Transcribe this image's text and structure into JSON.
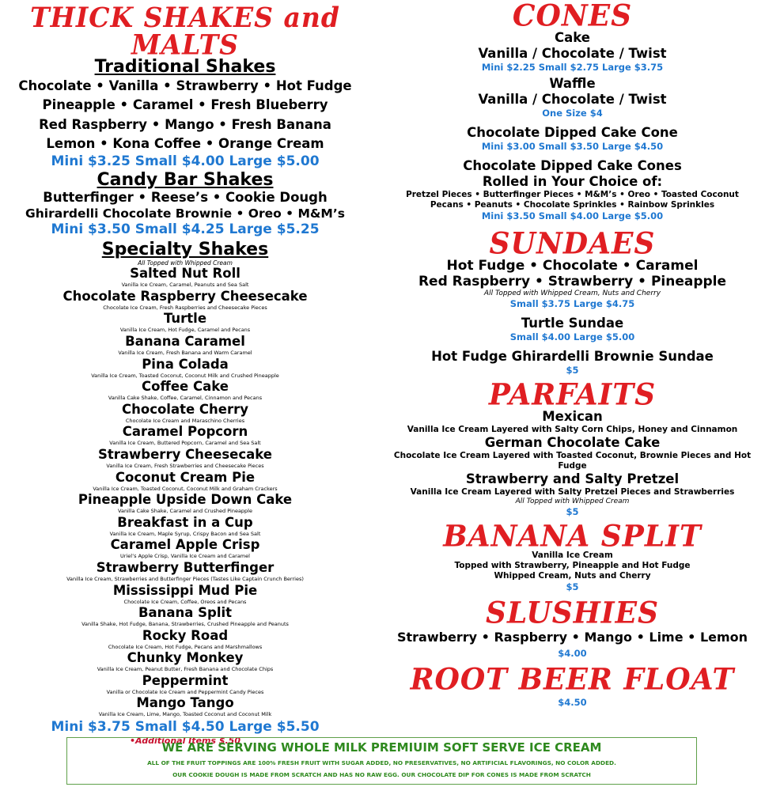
{
  "left": {
    "title": "THICK SHAKES and MALTS",
    "traditional": {
      "heading": "Traditional Shakes",
      "lines": [
        "Chocolate • Vanilla • Strawberry • Hot Fudge",
        "Pineapple • Caramel • Fresh Blueberry",
        "Red Raspberry • Mango • Fresh Banana",
        "Lemon • Kona Coffee • Orange Cream"
      ],
      "price": "Mini $3.25  Small $4.00  Large $5.00"
    },
    "candy": {
      "heading": "Candy Bar Shakes",
      "lines": [
        "Butterfinger • Reese’s • Cookie Dough",
        "Ghirardelli Chocolate Brownie • Oreo • M&M’s"
      ],
      "price": "Mini $3.50  Small $4.25  Large $5.25"
    },
    "specialty": {
      "heading": "Specialty Shakes",
      "note": "All Topped with Whipped Cream",
      "items": [
        {
          "name": "Salted Nut Roll",
          "desc": "Vanilla Ice Cream, Caramel, Peanuts and Sea Salt"
        },
        {
          "name": "Chocolate Raspberry Cheesecake",
          "desc": "Chocolate Ice Cream, Fresh Raspberries and Cheesecake Pieces"
        },
        {
          "name": "Turtle",
          "desc": "Vanilla Ice Cream, Hot Fudge, Caramel and Pecans"
        },
        {
          "name": "Banana Caramel",
          "desc": "Vanilla Ice Cream, Fresh Banana and Warm Caramel"
        },
        {
          "name": "Pina Colada",
          "desc": "Vanilla Ice Cream, Toasted Coconut, Coconut Milk and Crushed Pineapple"
        },
        {
          "name": "Coffee Cake",
          "desc": "Vanilla Cake Shake, Coffee, Caramel, Cinnamon and Pecans"
        },
        {
          "name": "Chocolate Cherry",
          "desc": "Chocolate Ice Cream and Maraschino Cherries"
        },
        {
          "name": "Caramel Popcorn",
          "desc": "Vanilla Ice Cream, Buttered Popcorn, Caramel and Sea Salt"
        },
        {
          "name": "Strawberry Cheesecake",
          "desc": "Vanilla Ice Cream, Fresh Strawberries and Cheesecake Pieces"
        },
        {
          "name": "Coconut Cream Pie",
          "desc": "Vanilla Ice Cream,  Toasted Coconut, Coconut Milk and Graham Crackers"
        },
        {
          "name": "Pineapple Upside Down Cake",
          "desc": "Vanilla Cake Shake, Caramel and Crushed Pineapple"
        },
        {
          "name": "Breakfast in a Cup",
          "desc": "Vanilla Ice Cream, Maple Syrup, Crispy Bacon and Sea Salt"
        },
        {
          "name": "Caramel Apple Crisp",
          "desc": "Uriel’s Apple Crisp, Vanilla Ice Cream and Caramel"
        },
        {
          "name": "Strawberry Butterfinger",
          "desc": "Vanilla Ice Cream, Strawberries and Butterfinger Pieces (Tastes Like Captain Crunch Berries)"
        },
        {
          "name": "Mississippi Mud Pie",
          "desc": "Chocolate Ice Cream, Coffee, Oreos and Pecans"
        },
        {
          "name": "Banana Split",
          "desc": "Vanilla Shake, Hot Fudge, Banana, Strawberries, Crushed Pineapple and Peanuts"
        },
        {
          "name": "Rocky Road",
          "desc": "Chocolate Ice Cream, Hot Fudge, Pecans and Marshmallows"
        },
        {
          "name": "Chunky Monkey",
          "desc": "Vanilla Ice Cream, Peanut Butter, Fresh Banana and Chocolate Chips"
        },
        {
          "name": "Peppermint",
          "desc": "Vanilla or Chocolate Ice Cream and Peppermint Candy Pieces"
        },
        {
          "name": "Mango Tango",
          "desc": "Vanilla Ice Cream, Lime, Mango, Toasted Coconut and Coconut Milk"
        }
      ],
      "price": "Mini $3.75  Small $4.50  Large $5.50",
      "additional": "•Additional Items $.50"
    }
  },
  "right": {
    "cones": {
      "title": "CONES",
      "cake_name": "Cake",
      "cake_flavors": "Vanilla / Chocolate / Twist",
      "cake_price": "Mini $2.25  Small $2.75  Large $3.75",
      "waffle_name": "Waffle",
      "waffle_flavors": "Vanilla / Chocolate / Twist",
      "waffle_price": "One Size $4",
      "dipped_name": "Chocolate Dipped Cake Cone",
      "dipped_price": "Mini $3.00  Small $3.50  Large $4.50",
      "rolled_name1": "Chocolate Dipped Cake Cones",
      "rolled_name2": "Rolled in Your Choice of:",
      "rolled_desc1": "Pretzel Pieces • Butterfinger Pieces • M&M’s • Oreo • Toasted Coconut",
      "rolled_desc2": "Pecans • Peanuts • Chocolate Sprinkles • Rainbow Sprinkles",
      "rolled_price": "Mini $3.50  Small $4.00  Large $5.00"
    },
    "sundaes": {
      "title": "SUNDAES",
      "line1": "Hot Fudge • Chocolate • Caramel",
      "line2": "Red Raspberry • Strawberry • Pineapple",
      "note": "All Topped with Whipped Cream, Nuts and Cherry",
      "price": "Small $3.75  Large $4.75",
      "turtle_name": "Turtle Sundae",
      "turtle_price": "Small $4.00 Large $5.00",
      "brownie_name": "Hot Fudge Ghirardelli Brownie Sundae",
      "brownie_price": "$5"
    },
    "parfaits": {
      "title": "PARFAITS",
      "mexican_name": "Mexican",
      "mexican_desc": "Vanilla Ice Cream Layered with Salty Corn Chips, Honey and Cinnamon",
      "german_name": "German Chocolate Cake",
      "german_desc": "Chocolate Ice Cream Layered with Toasted Coconut, Brownie Pieces and Hot Fudge",
      "pretzel_name": "Strawberry and Salty Pretzel",
      "pretzel_desc": "Vanilla Ice Cream Layered with Salty Pretzel Pieces and Strawberries",
      "note": "All Topped with Whipped Cream",
      "price": "$5"
    },
    "banana_split": {
      "title": "BANANA SPLIT",
      "desc1": "Vanilla Ice Cream",
      "desc2": "Topped with Strawberry, Pineapple and Hot Fudge",
      "desc3": "Whipped Cream, Nuts and Cherry",
      "price": "$5"
    },
    "slushies": {
      "title": "SLUSHIES",
      "flavors": "Strawberry • Raspberry • Mango • Lime • Lemon",
      "price": "$4.00"
    },
    "float": {
      "title": "ROOT BEER FLOAT",
      "price": "$4.50"
    }
  },
  "banner": {
    "headline": "WE ARE SERVING WHOLE MILK PREMIUIM SOFT SERVE ICE CREAM",
    "line1": "ALL OF THE FRUIT TOPPINGS ARE 100% FRESH FRUIT WITH SUGAR ADDED, NO PRESERVATIVES, NO ARTIFICIAL FLAVORINGS, NO COLOR ADDED.",
    "line2": "OUR COOKIE DOUGH IS MADE FROM SCRATCH AND HAS NO RAW EGG. OUR CHOCOLATE DIP FOR CONES IS MADE FROM SCRATCH"
  },
  "colors": {
    "accent_red": "#e01e22",
    "price_blue": "#1f78d1",
    "banner_green": "#2f8a1f"
  }
}
